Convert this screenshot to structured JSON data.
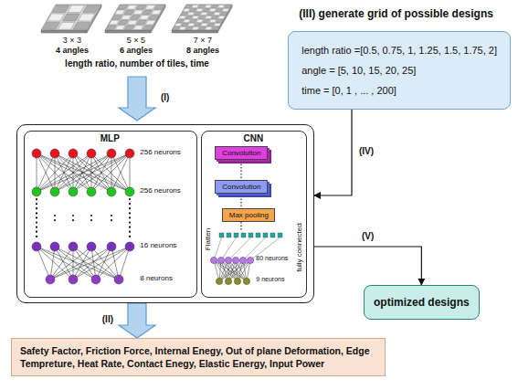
{
  "diagram": {
    "nodes": [
      {
        "text": [
          "(III) generate grid of possible designs",
          "length ratio =[0.5, 0.75, 1, 1.25, 1.5, 1.75, 2]",
          "angle = [5, 10, 15, 20, 25]",
          "time = [0, 1 , ... , 200]"
        ]
      },
      {
        "text": []
      },
      {
        "text": [
          "MLP",
          "256 neurons",
          "256 neurons",
          "16 neurons",
          "8 neurons"
        ],
        "in": 1
      },
      {
        "text": [
          "CNN",
          "Flatten",
          "fully connected",
          "80 neurons",
          "9 neurons"
        ],
        "in": 1
      },
      {
        "text": [
          "Convolution"
        ],
        "in": 3
      },
      {
        "text": [
          "Convolution"
        ],
        "in": 3
      },
      {
        "text": [
          "Max pooling"
        ],
        "in": 3
      },
      {
        "text": [
          "optimized designs"
        ]
      },
      {
        "text": [
          "Safety Factor, Friction Force, Internal Enegy, Out of plane Deformation, Edge Tempreture, Heat Rate, Contact Enegy, Elastic Energy, Input Power"
        ]
      }
    ],
    "edges": [
      {
        "from": 0,
        "to": 1,
        "arrow": "to",
        "label": "(IV)"
      },
      {
        "from": 1,
        "to": 7,
        "arrow": "to",
        "label": "(V)"
      },
      {
        "from": 1,
        "to": 8,
        "arrow": "to",
        "label": "(II)"
      }
    ],
    "labels": [
      "3 × 3",
      "4 angles",
      "5 × 5",
      "6 angles",
      "7 × 7",
      "8 angles",
      "length ratio, number of tiles, time",
      "(I)"
    ]
  }
}
